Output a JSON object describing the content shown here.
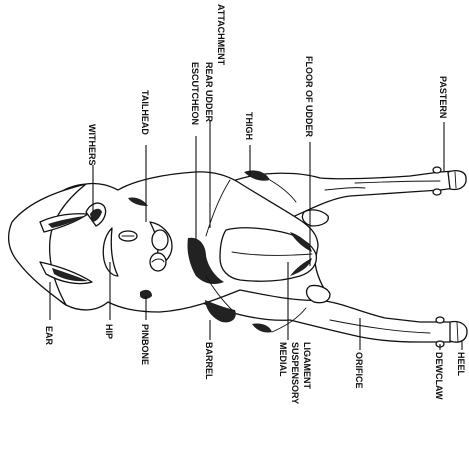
{
  "labels": {
    "withers": "WITHERS",
    "tailhead": "TAILHEAD",
    "escutcheon": "ESCUTCHEON",
    "rear_udder_1": "REAR UDDER",
    "rear_udder_2": "ATTACHMENT",
    "thigh": "THIGH",
    "floor_of_udder": "FLOOR OF UDDER",
    "pastern": "PASTERN",
    "ear": "EAR",
    "hip": "HIP",
    "pinbone": "PINBONE",
    "barrel": "BARREL",
    "medial_1": "MEDIAL",
    "medial_2": "SUSPENSORY",
    "medial_3": "LIGAMENT",
    "orifice": "ORIFICE",
    "dewclaw": "DEWCLAW",
    "heel": "HEEL"
  }
}
